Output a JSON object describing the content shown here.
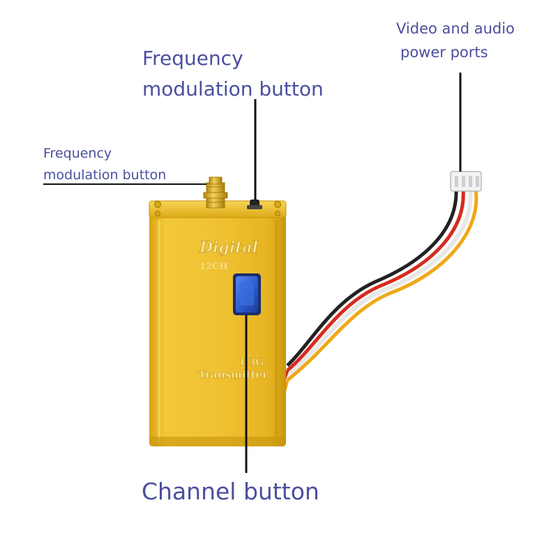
{
  "labels": {
    "video_audio_line1": "Video and audio",
    "video_audio_line2": "power ports",
    "freq_top_line1": "Frequency",
    "freq_top_line2": "modulation button",
    "freq_left_line1": "Frequency",
    "freq_left_line2": "modulation button",
    "channel": "Channel button"
  },
  "device": {
    "brand_text": "Digital",
    "channels_text": "12CH",
    "band_text": "1.3G",
    "type_text": "Transmitter"
  },
  "colors": {
    "label_text": "#4a4f9e",
    "device_body": "#e8b71d",
    "device_highlight": "#f6d04a",
    "channel_button": "#2f5fd0",
    "leader_line": "#111111",
    "wire_black": "#222222",
    "wire_red": "#d62b1f",
    "wire_white": "#f2f2f2",
    "wire_yellow": "#f0a818"
  }
}
